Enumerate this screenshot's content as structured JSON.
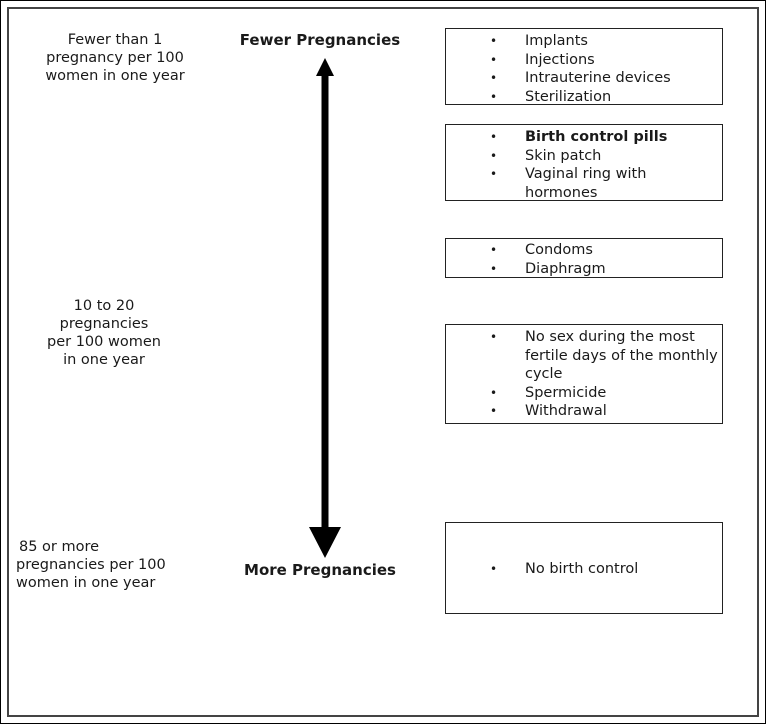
{
  "left_labels": {
    "top": [
      "Fewer than 1",
      "pregnancy per 100",
      "women in one year"
    ],
    "middle": [
      "10 to 20",
      "pregnancies",
      "per 100 women",
      "in one year"
    ],
    "bottom": [
      "85 or more",
      "pregnancies per 100",
      "women in one year"
    ]
  },
  "axis": {
    "top_label": "Fewer Pregnancies",
    "bottom_label": "More Pregnancies"
  },
  "boxes": [
    {
      "items": [
        {
          "text": "Implants"
        },
        {
          "text": "Injections"
        },
        {
          "text": "Intrauterine devices"
        },
        {
          "text": "Sterilization"
        }
      ]
    },
    {
      "items": [
        {
          "text": "Birth control pills",
          "bold": true
        },
        {
          "text": "Skin patch"
        },
        {
          "text": "Vaginal ring with hormones"
        }
      ]
    },
    {
      "items": [
        {
          "text": "Condoms"
        },
        {
          "text": "Diaphragm"
        }
      ]
    },
    {
      "items": [
        {
          "text": "No sex during the most fertile days of the monthly cycle"
        },
        {
          "text": "Spermicide"
        },
        {
          "text": "Withdrawal"
        }
      ]
    },
    {
      "items": [
        {
          "text": "No birth control"
        }
      ]
    }
  ],
  "bullet_char": "•",
  "colors": {
    "arrow": "#000000",
    "border": "#222222",
    "text": "#1a1a1a"
  }
}
